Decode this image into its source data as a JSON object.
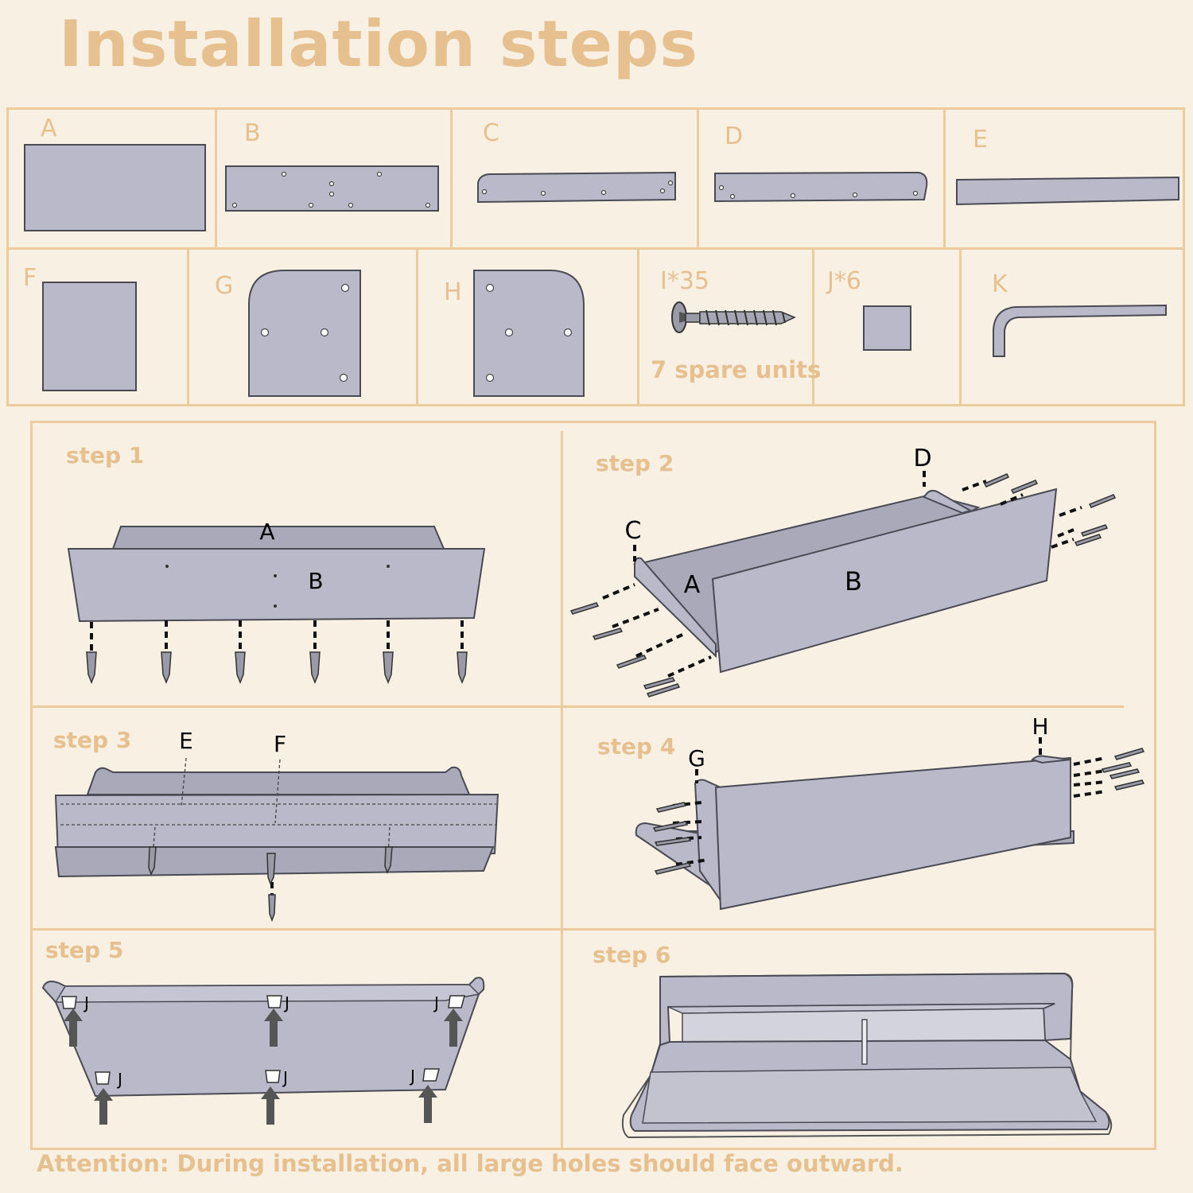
{
  "title": "Installation steps",
  "parts": {
    "a": "A",
    "b": "B",
    "c": "C",
    "d": "D",
    "e": "E",
    "f": "F",
    "g": "G",
    "h": "H",
    "i": "I*35",
    "i_note": "7 spare units",
    "j": "J*6",
    "k": "K"
  },
  "steps": {
    "s1": "step 1",
    "s2": "step 2",
    "s3": "step 3",
    "s4": "step 4",
    "s5": "step 5",
    "s6": "step 6"
  },
  "callouts": {
    "s1_a": "A",
    "s1_b": "B",
    "s2_c": "C",
    "s2_d": "D",
    "s2_a": "A",
    "s2_b": "B",
    "s3_e": "E",
    "s3_f": "F",
    "s4_g": "G",
    "s4_h": "H",
    "s5_j": "J"
  },
  "attention": "Attention: During installation, all large holes should face outward.",
  "colors": {
    "accent": "#e6c08e",
    "border": "#eccc9c",
    "background": "#f8f0e2",
    "panel": "#b9b9c9"
  }
}
